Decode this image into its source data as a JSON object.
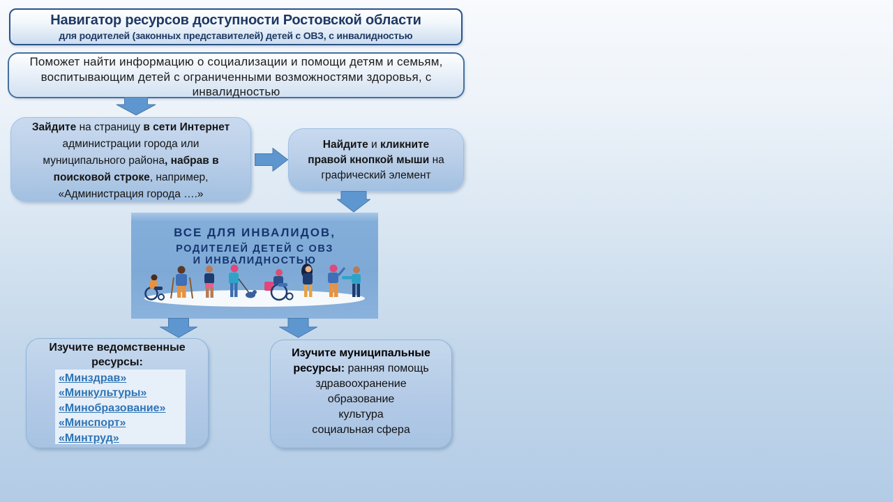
{
  "header": {
    "title": "Навигатор ресурсов доступности Ростовской области",
    "subtitle": "для родителей (законных представителей) детей с ОВЗ, с инвалидностью"
  },
  "intro": {
    "line1": "Поможет найти информацию о социализации и помощи детям и семьям,",
    "line2": "воспитывающим детей с ограниченными возможностями здоровья, с",
    "line3": "инвалидностью"
  },
  "step1": {
    "seg": {
      "b1": "Зайдите",
      "n1": " на страницу ",
      "b2": "в сети Интернет",
      "n2": "администрации города или",
      "n3": "муниципального района",
      "b3": ", набрав в",
      "b4": "поисковой строке",
      "n4": ", например,",
      "n5": "«Администрация города ….»"
    }
  },
  "step2": {
    "seg": {
      "b1": "Найдите",
      "n1": " и ",
      "b2": "кликните",
      "b3": "правой кнопкой мыши",
      "n2": " на",
      "n3": "графический элемент"
    }
  },
  "banner": {
    "line1": "ВСЕ ДЛЯ ИНВАЛИДОВ,",
    "line2": "РОДИТЕЛЕЙ ДЕТЕЙ С ОВЗ",
    "line3": "И ИНВАЛИДНОСТЬЮ"
  },
  "federal": {
    "title_line1": "Изучите ведомственные",
    "title_line2": "ресурсы:",
    "links": [
      "«Минздрав»",
      "«Минкультуры»",
      "«Минобразование»",
      "«Минспорт»",
      "«Минтруд»"
    ]
  },
  "municipal": {
    "bold1": "Изучите муниципальные",
    "bold2": "ресурсы:",
    "rest2": " ранняя помощь",
    "items": [
      "здравоохранение",
      "образование",
      "культура",
      "социальная сфера"
    ]
  },
  "colors": {
    "accent_arrow": "#5e96cf",
    "title_text": "#1f3864",
    "link": "#2e74b5",
    "banner_bg": "#7ea9d6",
    "banner_text": "#16356e"
  }
}
